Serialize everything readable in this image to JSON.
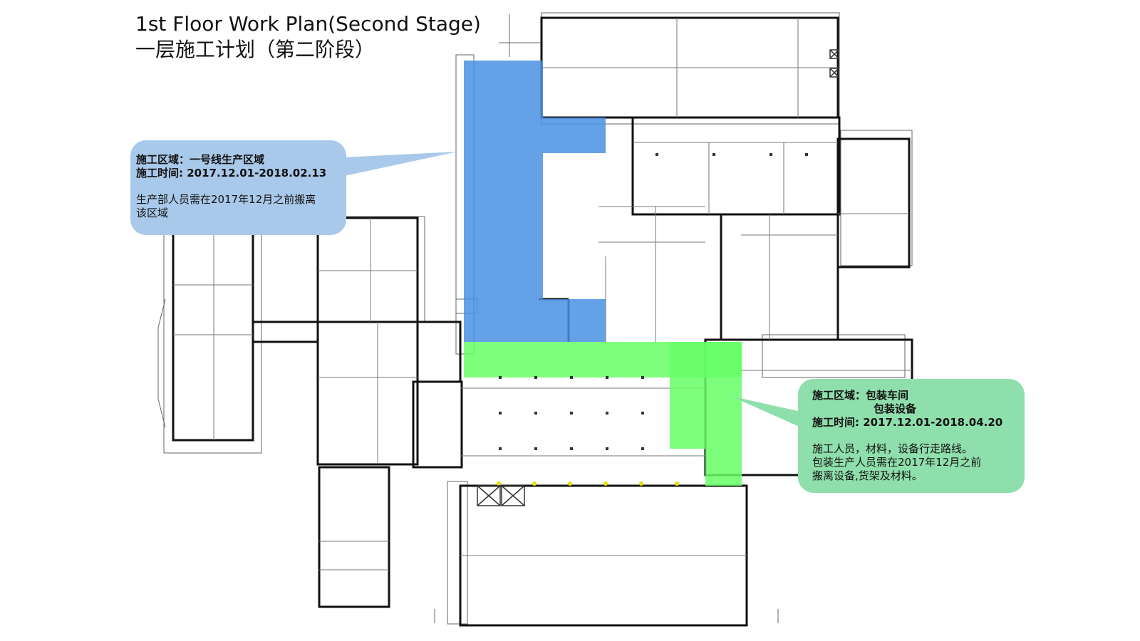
{
  "title": {
    "en": "1st Floor Work Plan(Second Stage)",
    "zh": "一层施工计划（第二阶段）"
  },
  "colors": {
    "stage_area_blue": "#4a90e2",
    "stage_area_green": "#66ff66",
    "callout_blue": "#a9c9ea",
    "callout_green": "#8fdfac",
    "walls": "#111111"
  },
  "callouts": [
    {
      "id": "zone-1",
      "area": "施工区域：一号线生产区域",
      "time": "施工时间: 2017.12.01-2018.02.13",
      "note_lines": [
        "生产部人员需在2017年12月之前搬离",
        "该区域"
      ]
    },
    {
      "id": "zone-2",
      "area": "施工区域：包装车间",
      "area2": "包装设备",
      "time": "施工时间: 2017.12.01-2018.04.20",
      "note_lines": [
        "施工人员，材料，设备行走路线。",
        "包装生产人员需在2017年12月之前",
        "搬离设备,货架及材料。"
      ]
    }
  ]
}
